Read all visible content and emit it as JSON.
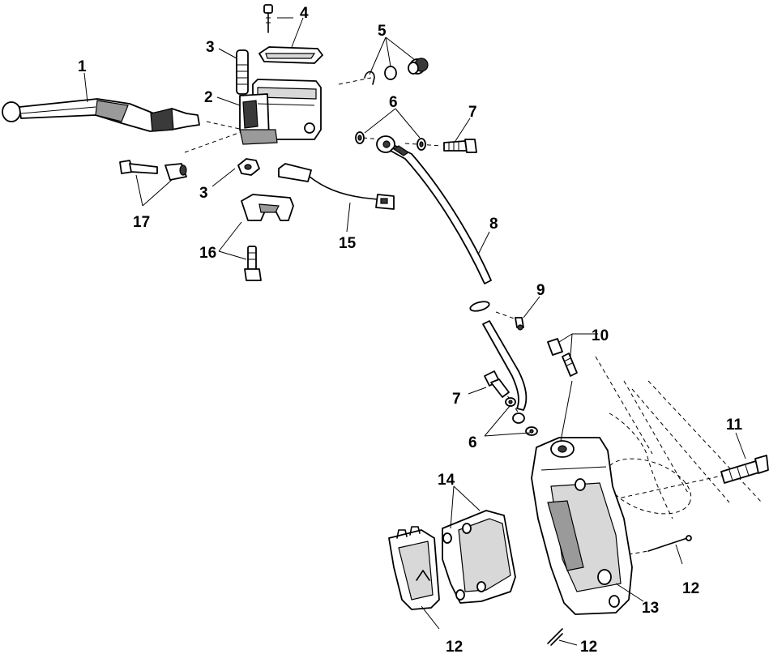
{
  "callouts": {
    "c1": "1",
    "c2": "2",
    "c3a": "3",
    "c3b": "3",
    "c4": "4",
    "c5": "5",
    "c6a": "6",
    "c6b": "6",
    "c7a": "7",
    "c7b": "7",
    "c8": "8",
    "c9": "9",
    "c10": "10",
    "c11": "11",
    "c12a": "12",
    "c12b": "12",
    "c12c": "12",
    "c13": "13",
    "c14": "14",
    "c15": "15",
    "c16": "16",
    "c17": "17"
  }
}
